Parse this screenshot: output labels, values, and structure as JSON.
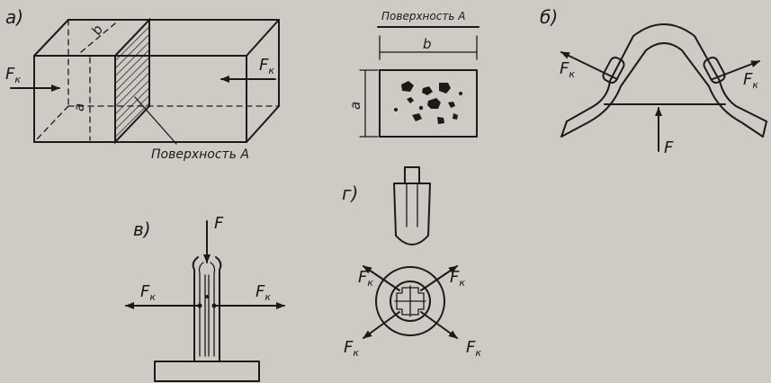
{
  "panels": {
    "a": {
      "label": "а)",
      "force_left": "F",
      "force_left_sub": "к",
      "force_right": "F",
      "force_right_sub": "к",
      "dim_a": "а",
      "dim_b": "b",
      "surface_caption": "Поверхность  А"
    },
    "surface": {
      "title": "Поверхность А",
      "dim_b": "b",
      "dim_a": "а"
    },
    "b": {
      "label": "б)",
      "force_left": "F",
      "force_left_sub": "к",
      "force_right": "F",
      "force_right_sub": "к",
      "force_bottom": "F"
    },
    "v": {
      "label": "в)",
      "force_top": "F",
      "force_left": "F",
      "force_left_sub": "к",
      "force_right": "F",
      "force_right_sub": "к"
    },
    "g": {
      "label": "г)",
      "force_tl": "F",
      "force_tl_sub": "к",
      "force_tr": "F",
      "force_tr_sub": "к",
      "force_bl": "F",
      "force_bl_sub": "к",
      "force_br": "F",
      "force_br_sub": "к"
    }
  },
  "colors": {
    "background": "#cfcac4",
    "ink": "#1c1a17"
  }
}
